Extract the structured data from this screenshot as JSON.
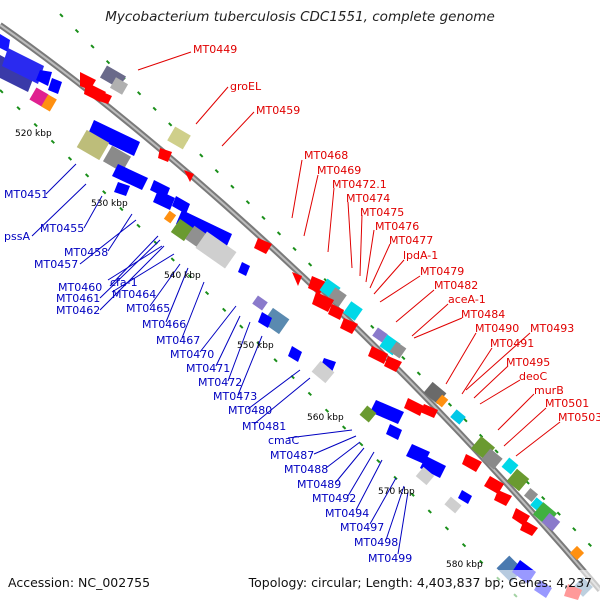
{
  "title": "Mycobacterium tuberculosis CDC1551, complete genome",
  "footer": {
    "accession": "Accession: NC_002755",
    "topology": "Topology: circular; Length: 4,403,837 bp; Genes: 4,237"
  },
  "colors": {
    "forward": "#ff0000",
    "reverse": "#0000ff",
    "forward_label": "#e00000",
    "reverse_label": "#0000c0",
    "backbone": "#999999"
  },
  "ticks": [
    "520 kbp",
    "530 kbp",
    "540 kbp",
    "550 kbp",
    "560 kbp",
    "570 kbp",
    "580 kbp"
  ],
  "forward_genes": [
    "MT0449",
    "groEL",
    "MT0459",
    "MT0468",
    "MT0469",
    "MT0472.1",
    "MT0474",
    "MT0475",
    "MT0476",
    "MT0477",
    "lpdA-1",
    "MT0479",
    "MT0482",
    "aceA-1",
    "MT0484",
    "MT0490",
    "MT0493",
    "MT0491",
    "MT0495",
    "deoC",
    "murB",
    "MT0501",
    "MT0503"
  ],
  "reverse_genes": [
    "MT0451",
    "MT0455",
    "pssA",
    "MT0458",
    "MT0457",
    "cfa-1",
    "MT0460",
    "MT0464",
    "MT0461",
    "MT0465",
    "MT0462",
    "MT0466",
    "MT0467",
    "MT0470",
    "MT0471",
    "MT0472",
    "MT0473",
    "MT0480",
    "MT0481",
    "cmaC",
    "MT0487",
    "MT0488",
    "MT0489",
    "MT0492",
    "MT0494",
    "MT0497",
    "MT0498",
    "MT0499"
  ]
}
